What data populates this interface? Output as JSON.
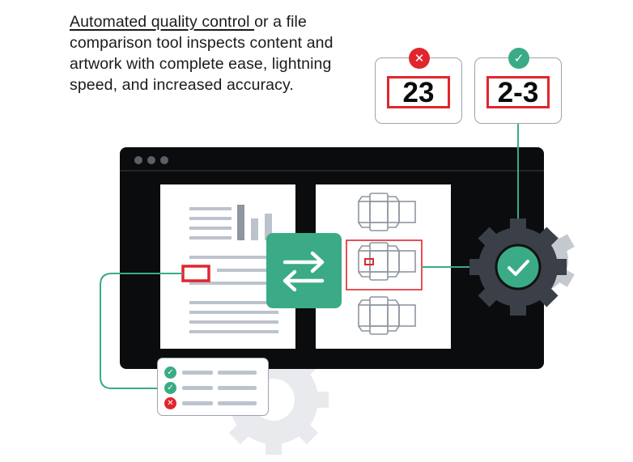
{
  "intro": {
    "link_text": "Automated quality control ",
    "body_text": "or a file comparison tool inspects content and artwork with complete ease, lightning speed, and increased accuracy."
  },
  "code_samples": [
    {
      "value": "23",
      "status": "rejected",
      "status_icon": "x-mark"
    },
    {
      "value": "2-3",
      "status": "approved",
      "status_icon": "check-mark"
    }
  ],
  "checklist": [
    {
      "status": "pass",
      "icon": "check-mark"
    },
    {
      "status": "pass",
      "icon": "check-mark"
    },
    {
      "status": "fail",
      "icon": "x-mark"
    }
  ],
  "colors": {
    "accent_green": "#3aab86",
    "error_red": "#e0262d",
    "window_black": "#0b0c0d",
    "gear_dark": "#3b3f47",
    "gear_light": "#e8eaed",
    "line_gray": "#bcc3cc",
    "outline_gray": "#8e96a0"
  }
}
